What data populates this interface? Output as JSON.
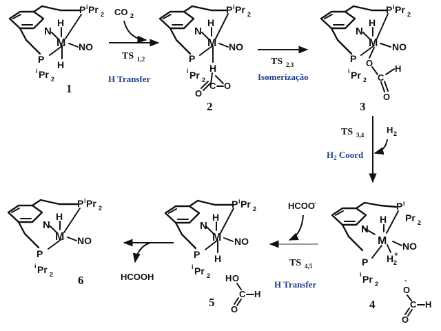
{
  "atoms": {
    "N": "N",
    "M": "M",
    "H": "H",
    "NO": "NO",
    "P": "P",
    "iPr_sup": "i",
    "Pr2": "Pr",
    "sub2": "2",
    "O": "O",
    "C": "C",
    "Hplus_sup": "+",
    "minus": "-"
  },
  "compounds": [
    {
      "label": "1"
    },
    {
      "label": "2"
    },
    {
      "label": "3"
    },
    {
      "label": "4"
    },
    {
      "label": "5"
    },
    {
      "label": "6"
    }
  ],
  "reagents": {
    "co2": "CO",
    "co2_sub": "2",
    "h2": "H",
    "h2_sub": "2",
    "hcoo": "HCOO",
    "hcoo_sup": "-",
    "hcooh": "HCOOH"
  },
  "steps": [
    {
      "ts": "TS",
      "ts_sub": "1,2",
      "caption": "H Transfer"
    },
    {
      "ts": "TS",
      "ts_sub": "2,3",
      "caption": "Isomerização"
    },
    {
      "ts": "TS",
      "ts_sub": "3,4",
      "caption_pre": "H",
      "caption_sub": "2",
      "caption_post": " Coord"
    },
    {
      "ts": "TS",
      "ts_sub": "4,5",
      "caption": "H Transfer"
    }
  ],
  "colors": {
    "caption": "#1f3c8c",
    "ink": "#111111",
    "grey_arrow": "#9a9a9a"
  }
}
